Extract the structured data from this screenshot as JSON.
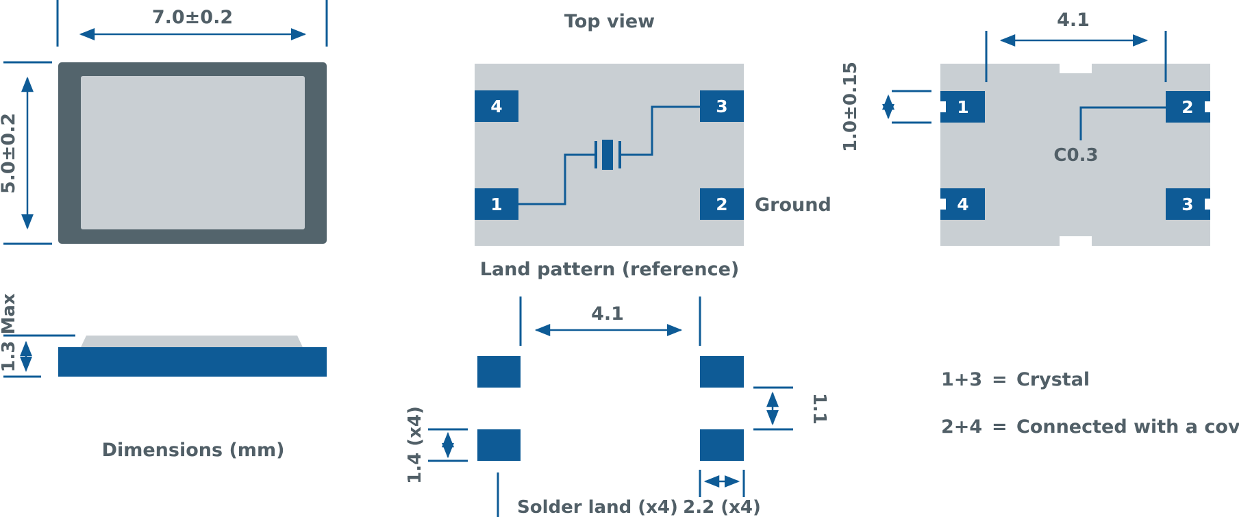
{
  "colors": {
    "blue": "#0e5b96",
    "gray_dark": "#53646c",
    "gray_light": "#c9cfd3",
    "text": "#515f67",
    "white": "#ffffff"
  },
  "dimensions_view": {
    "width_label": "7.0±0.2",
    "height_label": "5.0±0.2",
    "thickness_label": "1.3 Max",
    "caption": "Dimensions (mm)"
  },
  "top_view": {
    "title": "Top view",
    "pins": [
      "1",
      "2",
      "3",
      "4"
    ],
    "ground_label": "Ground",
    "symbol": "crystal-symbol"
  },
  "land_pattern": {
    "title": "Land pattern (reference)",
    "pitch_label": "4.1",
    "pad_height_label": "1.4 (x4)",
    "gap_label": "1.1",
    "pad_width_label": "2.2 (x4)",
    "caption": "Solder land (x4)"
  },
  "bottom_view": {
    "pitch_label": "4.1",
    "pad_height_label": "1.0±0.15",
    "chamfer_label": "C0.3",
    "pins": [
      "1",
      "2",
      "3",
      "4"
    ]
  },
  "legend": [
    {
      "pins": "1+3",
      "eq": "=",
      "desc": "Crystal"
    },
    {
      "pins": "2+4",
      "eq": "=",
      "desc": "Connected with a cover"
    }
  ]
}
